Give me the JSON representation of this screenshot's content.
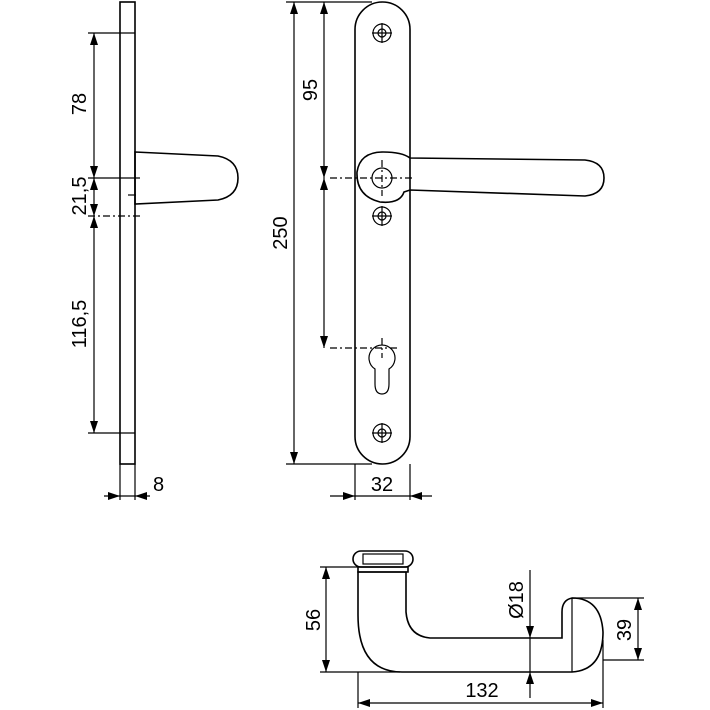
{
  "dimensions": {
    "side_top": "78",
    "side_mid": "21,5",
    "side_bottom": "116,5",
    "side_thickness": "8",
    "front_total": "250",
    "front_upper": "95",
    "front_width": "32",
    "lever_height": "56",
    "lever_diameter": "Ø18",
    "lever_grip": "39",
    "lever_length": "132"
  }
}
